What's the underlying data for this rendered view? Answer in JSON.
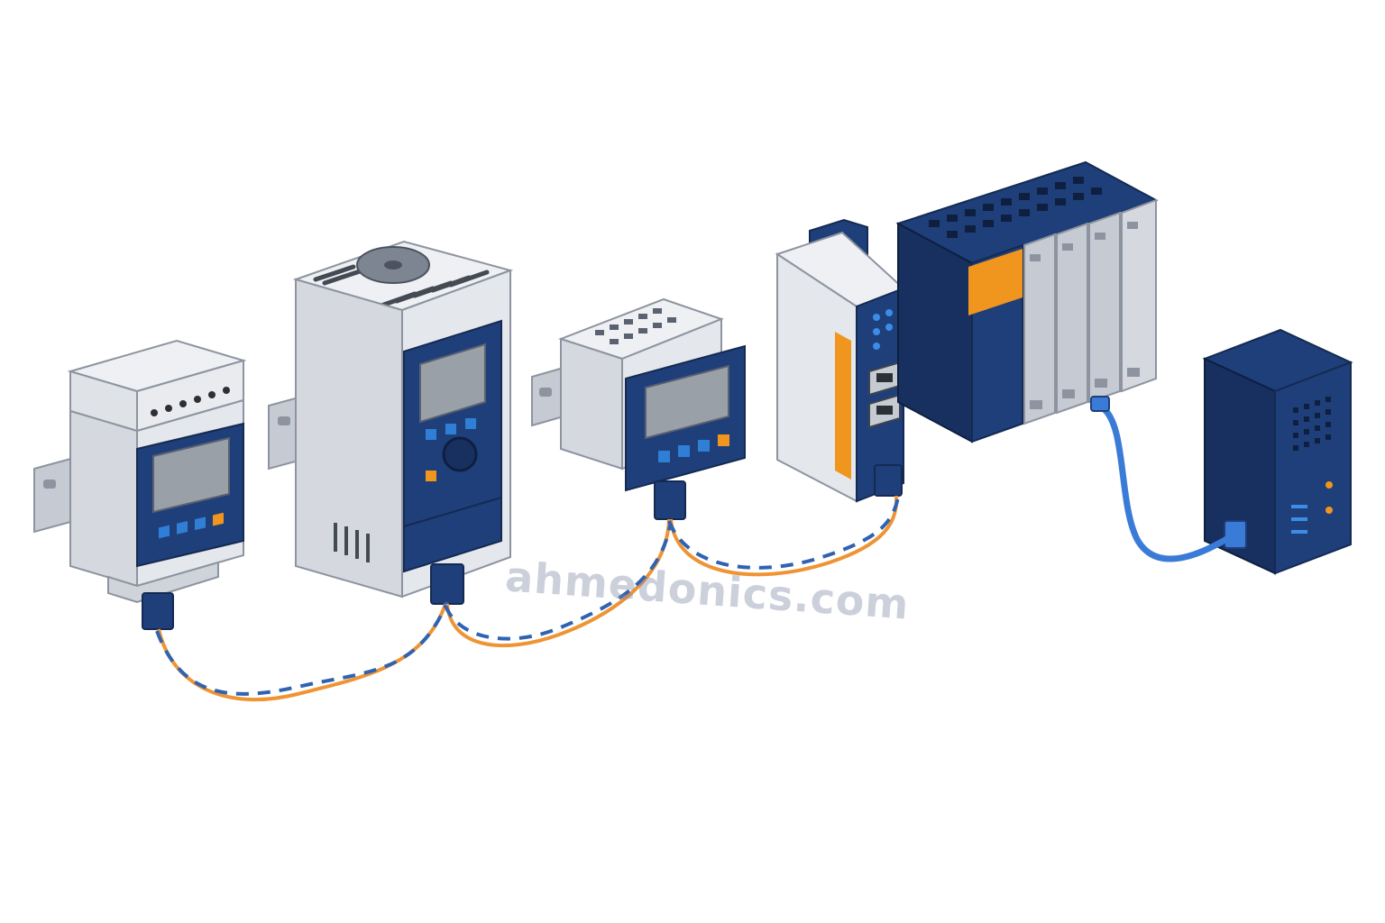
{
  "watermark": {
    "text": "ahmedonics.com"
  },
  "colors": {
    "navy": "#1f3f7a",
    "navy_dark": "#17305f",
    "grey_light": "#e4e7ec",
    "grey_mid": "#c5cad3",
    "grey_dark": "#9aa1ad",
    "screen": "#9aa0a8",
    "button_blue": "#2f7fd6",
    "accent_orange": "#f0951e",
    "cable_orange": "#ee9434",
    "cable_blue": "#2f63b2",
    "ethernet_blue": "#3b7bd8"
  },
  "devices": [
    {
      "id": "energy-meter",
      "icon": "din-meter-icon"
    },
    {
      "id": "vfd-drive",
      "icon": "drive-icon"
    },
    {
      "id": "panel-controller",
      "icon": "controller-icon"
    },
    {
      "id": "gateway",
      "icon": "gateway-icon"
    },
    {
      "id": "plc-rack",
      "icon": "plc-icon"
    },
    {
      "id": "server",
      "icon": "server-icon"
    }
  ],
  "connections": [
    {
      "from": "energy-meter",
      "to": "vfd-drive",
      "type": "twisted-pair"
    },
    {
      "from": "vfd-drive",
      "to": "panel-controller",
      "type": "twisted-pair"
    },
    {
      "from": "panel-controller",
      "to": "gateway",
      "type": "twisted-pair"
    },
    {
      "from": "plc-rack",
      "to": "server",
      "type": "ethernet"
    }
  ]
}
